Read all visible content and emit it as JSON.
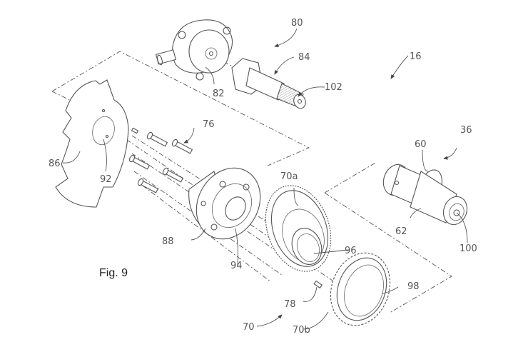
{
  "figure": {
    "caption": "Fig. 9",
    "assembly_label": "16"
  },
  "labels": {
    "l16": "16",
    "l36": "36",
    "l60": "60",
    "l62": "62",
    "l70": "70",
    "l70a": "70a",
    "l70b": "70b",
    "l76": "76",
    "l78": "78",
    "l80": "80",
    "l82": "82",
    "l84": "84",
    "l86": "86",
    "l88": "88",
    "l92": "92",
    "l94": "94",
    "l96": "96",
    "l98": "98",
    "l100": "100",
    "l102": "102"
  },
  "components": [
    {
      "ref": "80",
      "part": "actuator assembly"
    },
    {
      "ref": "82",
      "part": "actuator housing"
    },
    {
      "ref": "84",
      "part": "spline shaft"
    },
    {
      "ref": "102",
      "part": "splined end"
    },
    {
      "ref": "86",
      "part": "trigger plate"
    },
    {
      "ref": "92",
      "part": "plate bore"
    },
    {
      "ref": "76",
      "part": "bolts"
    },
    {
      "ref": "88",
      "part": "phaser housing"
    },
    {
      "ref": "94",
      "part": "rotor"
    },
    {
      "ref": "70",
      "part": "gear set"
    },
    {
      "ref": "70a",
      "part": "first gear"
    },
    {
      "ref": "70b",
      "part": "second gear"
    },
    {
      "ref": "96",
      "part": "gear bore"
    },
    {
      "ref": "98",
      "part": "ring gear bore"
    },
    {
      "ref": "78",
      "part": "dowel pin"
    },
    {
      "ref": "36",
      "part": "camshaft"
    },
    {
      "ref": "60",
      "part": "cam lobe"
    },
    {
      "ref": "62",
      "part": "cam lobe"
    },
    {
      "ref": "100",
      "part": "camshaft bore"
    }
  ]
}
